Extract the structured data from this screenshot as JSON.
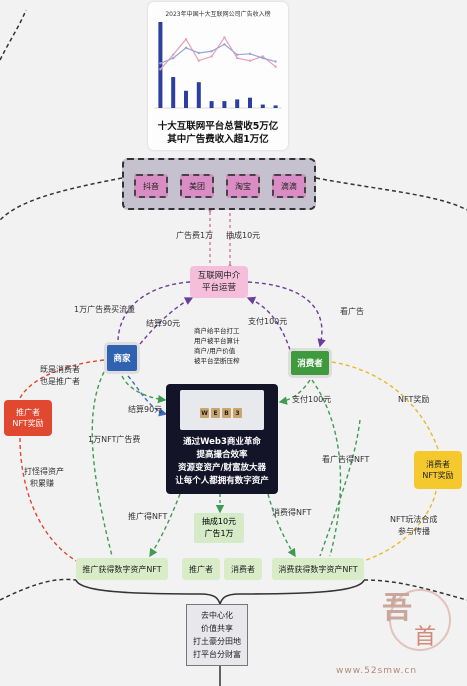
{
  "top_chart": {
    "title": "2023年中国十大互联网公司广告收入榜",
    "caption_line1": "十大互联网平台总营收5万亿",
    "caption_line2": "其中广告费收入超1万亿",
    "bar_color": "#2c3ea0",
    "line_colors": [
      "#e8a0b6",
      "#9aa4d8"
    ],
    "chart_data": {
      "type": "bar",
      "categories": [
        "",
        "",
        "",
        "",
        "",
        "",
        "",
        "",
        "",
        ""
      ],
      "series": [
        {
          "values": [
            100,
            36,
            20,
            30,
            8,
            8,
            10,
            12,
            4,
            3
          ]
        },
        {
          "values": [
            45,
            62,
            80,
            55,
            60,
            82,
            58,
            55,
            60,
            48
          ]
        },
        {
          "values": [
            52,
            58,
            70,
            64,
            66,
            74,
            62,
            63,
            58,
            54
          ]
        }
      ]
    }
  },
  "platforms": {
    "items": [
      "抖音",
      "美团",
      "淘宝",
      "滴滴"
    ],
    "color": "#d98dc4",
    "frame_color": "#c6c1cf"
  },
  "labels": {
    "ad_fee": "广告费1万",
    "commission": "抽成10元",
    "intermediary_line1": "互联网中介",
    "intermediary_line2": "平台运营",
    "ad_traffic": "1万广告费买流量",
    "settle_90_a": "结算90元",
    "pay_100_a": "支付100元",
    "watch_ad": "看广告",
    "merchant": "商家",
    "consumer": "消费者",
    "settle_90_b": "结算90元",
    "pay_100_b": "支付100元",
    "ad_nft": "1万NFT广告费",
    "promoter_line1": "推广者",
    "promoter_line2": "NFT奖励",
    "both_roles_1": "既是消费者",
    "both_roles_2": "也是推广者",
    "nft_reward": "NFT奖励",
    "consumer_reward_line1": "消费者",
    "consumer_reward_line2": "NFT奖励",
    "gain_asset_1": "打怪得资产",
    "gain_asset_2": "积累赚",
    "promote_nft": "推广得NFT",
    "consume_nft": "消费得NFT",
    "watch_ad_nft": "看广告得NFT",
    "nft_play_1": "NFT玩法合成",
    "nft_play_2": "参与传播",
    "pool_line1": "抽成10元",
    "pool_line2": "广告1万",
    "promoter_nft_asset": "推广获得数字资产NFT",
    "promoter_small": "推广者",
    "consumer_small": "消费者",
    "consumer_nft_asset": "消费获得数字资产NFT"
  },
  "mechanism": [
    "商户给平台打工",
    "用户被平台算计",
    "商户/用户价值",
    "被平台垄断压榨"
  ],
  "core": {
    "image_word": "WEB3",
    "line1": "通过Web3商业革命",
    "line2": "提高撮合效率",
    "line3": "资源变资产/财富放大器",
    "line4": "让每个人都拥有数字资产"
  },
  "values": [
    "去中心化",
    "价值共享",
    "打土豪分田地",
    "打平台分财富"
  ],
  "watermark": {
    "text": "吾爱首码",
    "url": "www.52smw.cn"
  },
  "colors": {
    "merchant": "#2f63b1",
    "consumer": "#3f9a3e",
    "promoter": "#e0482f",
    "consumer_reward": "#f5c92d",
    "intermediary": "#f5bfdc",
    "core": "#141428",
    "nft_box": "#d8ecc8"
  }
}
